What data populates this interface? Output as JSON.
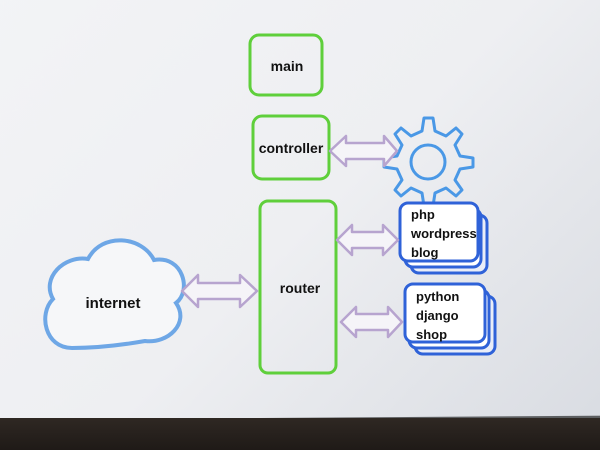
{
  "diagram": {
    "nodes": {
      "main": "main",
      "controller": "controller",
      "router": "router",
      "internet": "internet"
    },
    "php_stack": {
      "line1": "php",
      "line2": "wordpress",
      "line3": "blog"
    },
    "python_stack": {
      "line1": "python",
      "line2": "django",
      "line3": "shop"
    },
    "icons": {
      "settings": "gear-icon",
      "cloud": "cloud-icon"
    },
    "colors": {
      "green": "#5fcf3b",
      "purple": "#b7a4cf",
      "blue": "#2f62d8",
      "sky": "#6ea7e6"
    }
  }
}
